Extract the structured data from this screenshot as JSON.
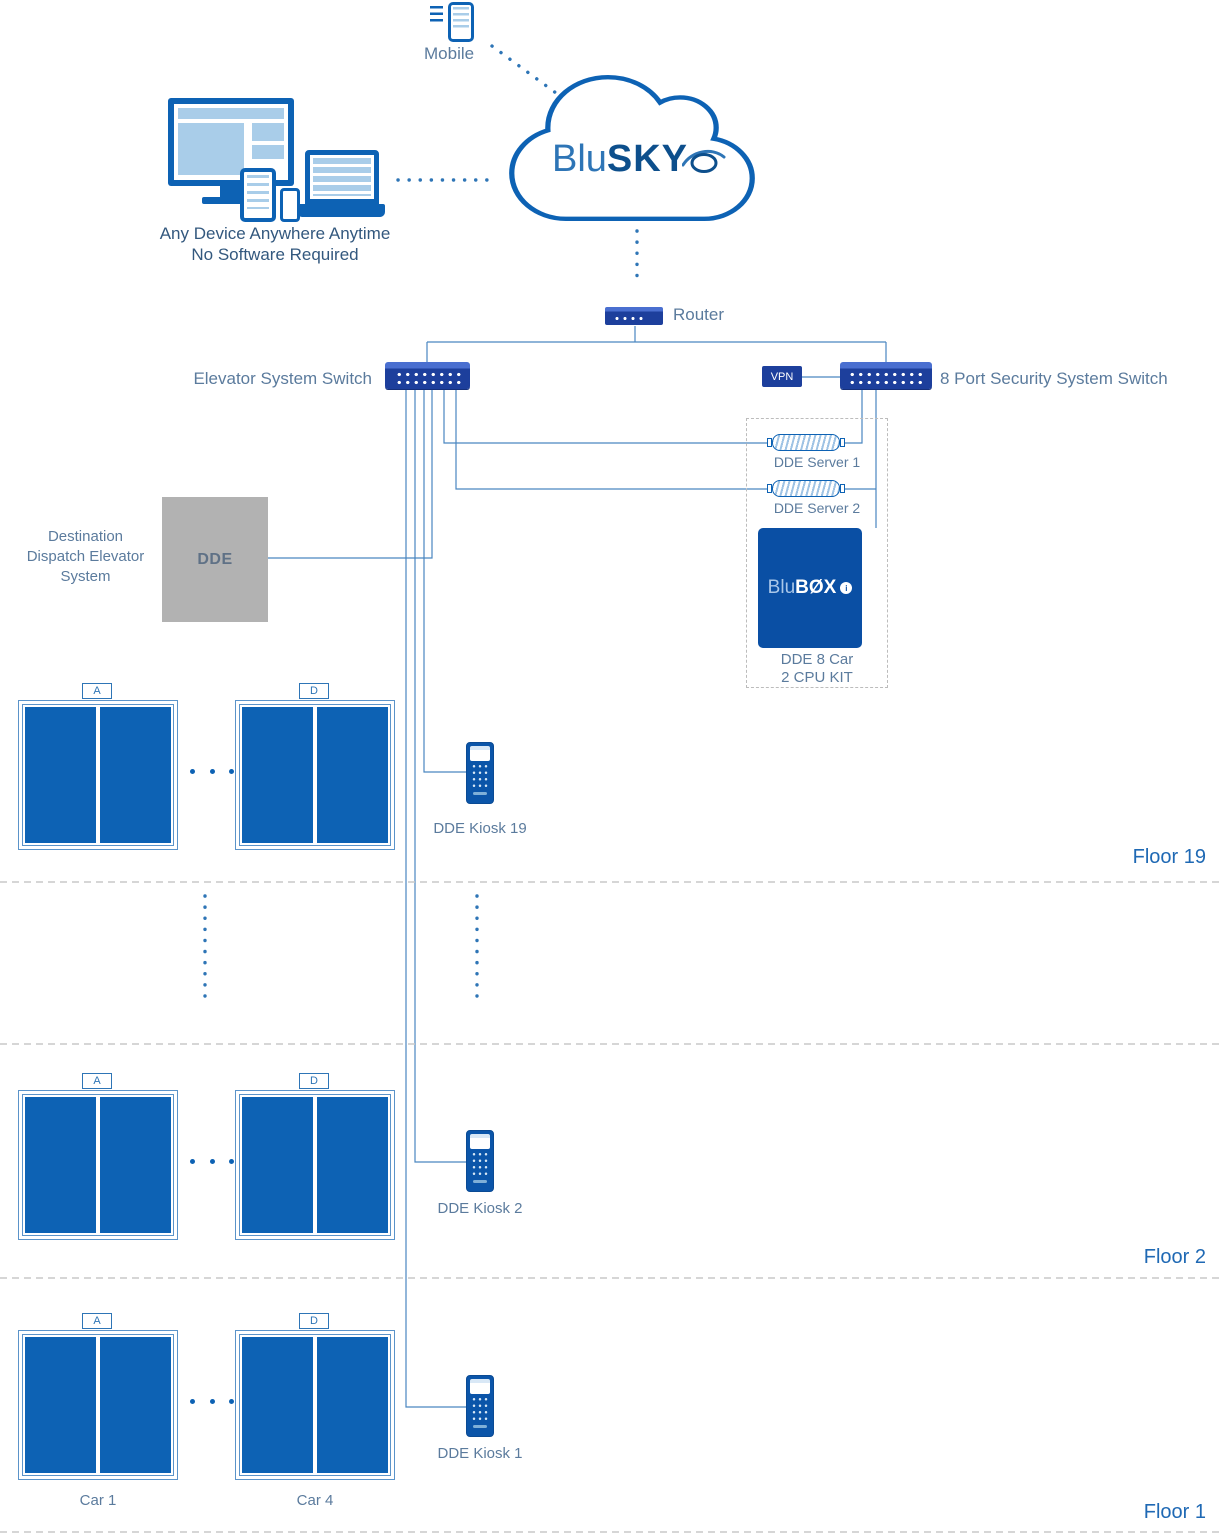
{
  "colors": {
    "primary_blue": "#0d62b4",
    "switch_navy": "#1d3f9c",
    "label_gray_blue": "#5b7b9d",
    "caption_blue": "#33587e",
    "floor_label_blue": "#1f69b4",
    "line_blue": "#4a86c0",
    "dde_gray": "#b2b2b2",
    "divider_gray": "#c8c8c8"
  },
  "cloud": {
    "brand_prefix": "Blu",
    "brand_suffix": "SKY"
  },
  "top": {
    "mobile_label": "Mobile",
    "devices_caption_line1": "Any Device Anywhere Anytime",
    "devices_caption_line2": "No Software Required",
    "router_label": "Router"
  },
  "network": {
    "elevator_switch_label": "Elevator System Switch",
    "vpn_label": "VPN",
    "security_switch_label": "8 Port Security System Switch",
    "dde_server1_label": "DDE Server 1",
    "dde_server2_label": "DDE Server 2",
    "blubox_prefix": "Blu",
    "blubox_suffix": "BØX",
    "blubox_info": "i",
    "cpu_kit_line1": "DDE 8 Car",
    "cpu_kit_line2": "2 CPU KIT"
  },
  "dde": {
    "system_caption_line1": "Destination",
    "system_caption_line2": "Dispatch Elevator",
    "system_caption_line3": "System",
    "box_label": "DDE"
  },
  "floors": [
    {
      "door_left": "A",
      "door_right": "D",
      "kiosk_label": "DDE Kiosk 19",
      "floor_label": "Floor 19"
    },
    {
      "door_left": "A",
      "door_right": "D",
      "kiosk_label": "DDE Kiosk 2",
      "floor_label": "Floor 2"
    },
    {
      "door_left": "A",
      "door_right": "D",
      "kiosk_label": "DDE Kiosk 1",
      "floor_label": "Floor 1",
      "car_left": "Car 1",
      "car_right": "Car 4"
    }
  ]
}
